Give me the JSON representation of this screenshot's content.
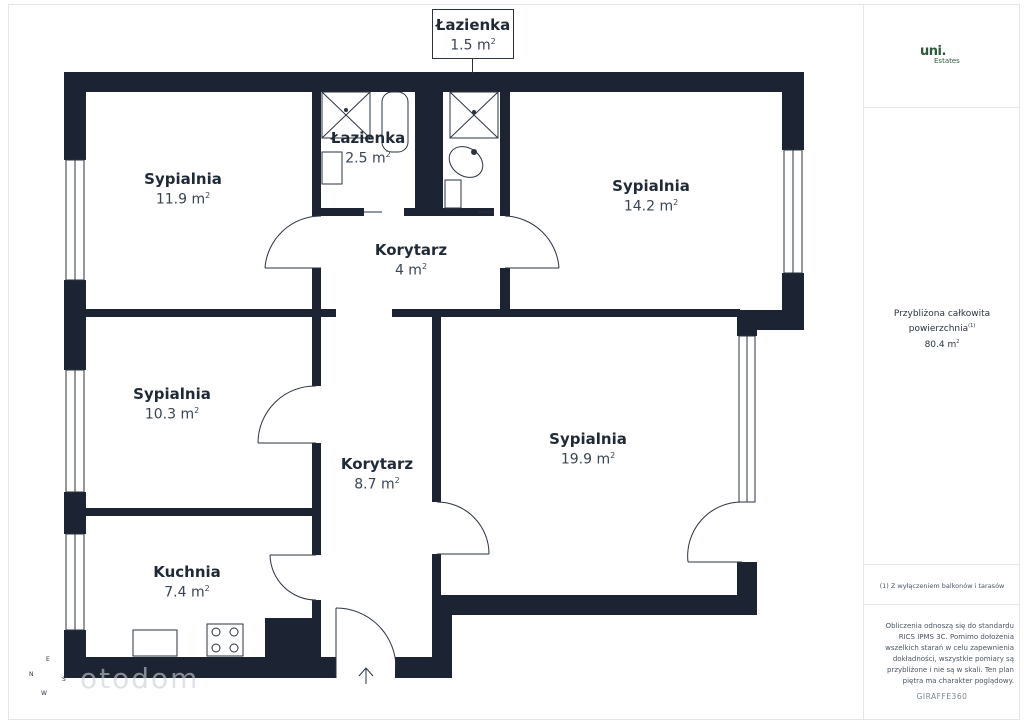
{
  "rooms": {
    "bathroom_top": {
      "name": "Łazienka",
      "area": "1.5 m",
      "unit_sup": "2"
    },
    "bathroom_mid": {
      "name": "Łazienka",
      "area": "2.5 m",
      "unit_sup": "2"
    },
    "bedroom_nw": {
      "name": "Sypialnia",
      "area": "11.9 m",
      "unit_sup": "2"
    },
    "bedroom_ne": {
      "name": "Sypialnia",
      "area": "14.2 m",
      "unit_sup": "2"
    },
    "corridor_top": {
      "name": "Korytarz",
      "area": "4 m",
      "unit_sup": "2"
    },
    "bedroom_w": {
      "name": "Sypialnia",
      "area": "10.3 m",
      "unit_sup": "2"
    },
    "bedroom_se": {
      "name": "Sypialnia",
      "area": "19.9 m",
      "unit_sup": "2"
    },
    "corridor_main": {
      "name": "Korytarz",
      "area": "8.7 m",
      "unit_sup": "2"
    },
    "kitchen": {
      "name": "Kuchnia",
      "area": "7.4 m",
      "unit_sup": "2"
    }
  },
  "sidebar": {
    "logo_text": "uni.",
    "logo_sub": "Estates",
    "area_title_line1": "Przybliżona całkowita",
    "area_title_line2": "powierzchnia",
    "area_title_sup": "(1)",
    "area_value": "80.4 m",
    "area_value_sup": "2",
    "footnote": "(1) Z wyłączeniem balkonów i tarasów",
    "disclaimer_lines": [
      "Obliczenia odnoszą się do standardu",
      "RICS IPMS 3C. Pomimo dołożenia",
      "wszelkich starań w celu zapewnienia",
      "dokładności, wszystkie pomiary są",
      "przybliżone i nie są w skali. Ten plan",
      "piętra ma charakter poglądowy."
    ],
    "brand": "GIRAFFE360"
  },
  "compass": {
    "e": "E",
    "n": "N",
    "s": "S",
    "w": "W"
  },
  "watermark": "otodom",
  "colors": {
    "wall": "#1c2333",
    "line": "#2a3340",
    "text": "#1f2a37"
  }
}
